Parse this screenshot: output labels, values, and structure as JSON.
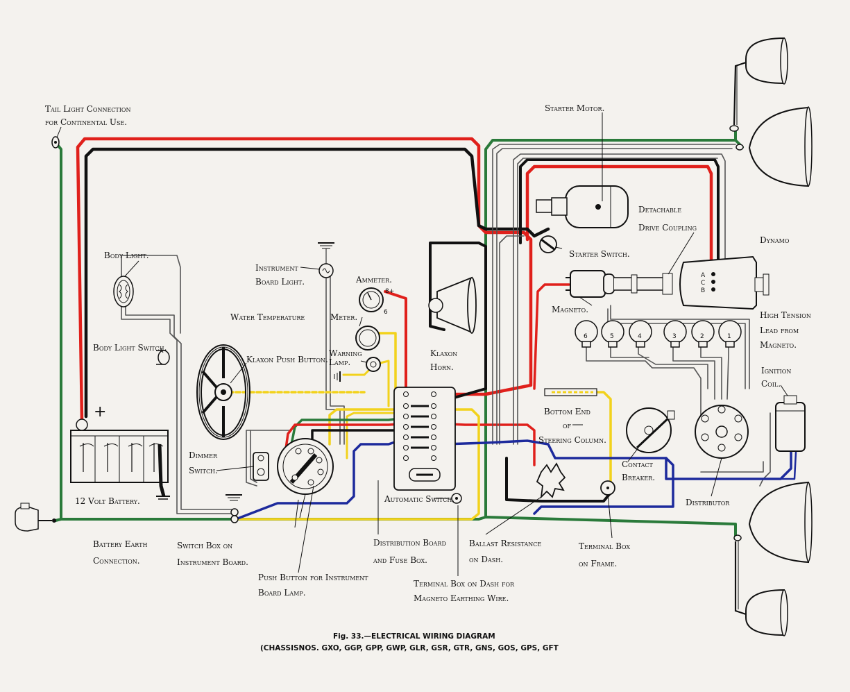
{
  "labels": {
    "tail_light": [
      "Tail Light Connection",
      "for Continental Use."
    ],
    "body_light": "Body Light.",
    "body_light_switch": "Body Light Switch.",
    "battery": "12 Volt Battery.",
    "battery_plus": "+",
    "battery_earth": [
      "Battery Earth",
      "Connection."
    ],
    "klaxon_push": "Klaxon Push Button.",
    "dimmer_switch": [
      "Dimmer",
      "Switch."
    ],
    "switch_box": [
      "Switch Box on",
      "Instrument Board."
    ],
    "push_button_lamp": [
      "Push Button for Instrument",
      "Board Lamp."
    ],
    "instrument_light": [
      "Instrument",
      "Board Light."
    ],
    "ammeter": "Ammeter.",
    "water_temp": "Water Temperature",
    "meter": "Meter.",
    "warning_lamp": [
      "Warning",
      "Lamp."
    ],
    "klaxon_horn": [
      "Klaxon",
      "Horn."
    ],
    "automatic_switch": "Automatic Switch.",
    "distribution_board": [
      "Distribution Board",
      "and Fuse Box."
    ],
    "terminal_box_dash": [
      "Terminal Box on Dash for",
      "Magneto Earthing Wire."
    ],
    "ballast": [
      "Ballast Resistance",
      "on Dash."
    ],
    "starter_motor": "Starter Motor.",
    "starter_switch": "Starter Switch.",
    "detachable": [
      "Detachable",
      "Drive Coupling"
    ],
    "dynamo": "Dynamo",
    "magneto": "Magneto.",
    "high_tension": [
      "High Tension",
      "Lead from",
      "Magneto."
    ],
    "ignition_coil": [
      "Ignition",
      "Coil."
    ],
    "bottom_end": [
      "Bottom End",
      "of",
      "Steering Column."
    ],
    "contact_breaker": [
      "Contact",
      "Breaker."
    ],
    "distributor": "Distributor",
    "terminal_box_frame": [
      "Terminal Box",
      "on Frame."
    ]
  },
  "plugs": [
    "6",
    "5",
    "4",
    "3",
    "2",
    "1"
  ],
  "dynamo_terminals": [
    "A",
    "C",
    "B"
  ],
  "ammeter_marks": [
    "8+",
    "6"
  ],
  "caption": {
    "line1": "Fig. 33.—ELECTRICAL WIRING DIAGRAM",
    "line2": "(CHASSISNOS. GXO, GGP, GPP, GWP, GLR, GSR, GTR, GNS, GOS, GPS, GFT"
  },
  "colors": {
    "red": "#e0201b",
    "black": "#111111",
    "green": "#2a7a3a",
    "yellow": "#f2d21c",
    "blue": "#1d2a9c",
    "paper": "#f4f2ee"
  }
}
